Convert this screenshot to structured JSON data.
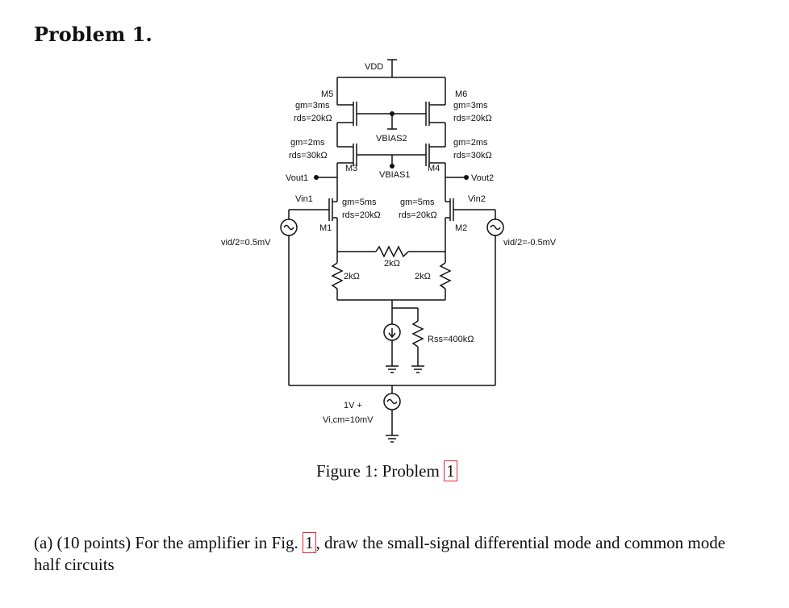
{
  "heading": "Problem 1.",
  "circuit": {
    "vdd": "VDD",
    "m5": {
      "name": "M5",
      "gm": "gm=3ms",
      "rds": "rds=20kΩ"
    },
    "m6": {
      "name": "M6",
      "gm": "gm=3ms",
      "rds": "rds=20kΩ"
    },
    "m3": {
      "name": "M3",
      "gm": "gm=2ms",
      "rds": "rds=30kΩ"
    },
    "m4": {
      "name": "M4",
      "gm": "gm=2ms",
      "rds": "rds=30kΩ"
    },
    "m1": {
      "name": "M1",
      "gm": "gm=5ms",
      "rds": "rds=20kΩ"
    },
    "m2": {
      "name": "M2",
      "gm": "gm=5ms",
      "rds": "rds=20kΩ"
    },
    "vbias2": "VBIAS2",
    "vbias1": "VBIAS1",
    "vout1": "Vout1",
    "vout2": "Vout2",
    "vin1": "Vin1",
    "vin2": "Vin2",
    "vid_left": "vid/2=0.5mV",
    "vid_right": "vid/2=-0.5mV",
    "r_mid": "2kΩ",
    "r_left": "2kΩ",
    "r_right": "2kΩ",
    "rss": "Rss=400kΩ",
    "vcm_line1": "1V +",
    "vcm_line2": "Vi,cm=10mV"
  },
  "caption": {
    "prefix": "Figure 1: Problem ",
    "ref": "1"
  },
  "paragraph": {
    "part1": "(a) (10 points) For the amplifier in Fig. ",
    "ref": "1",
    "part2": ", draw the small-signal differential mode and common mode half circuits"
  }
}
